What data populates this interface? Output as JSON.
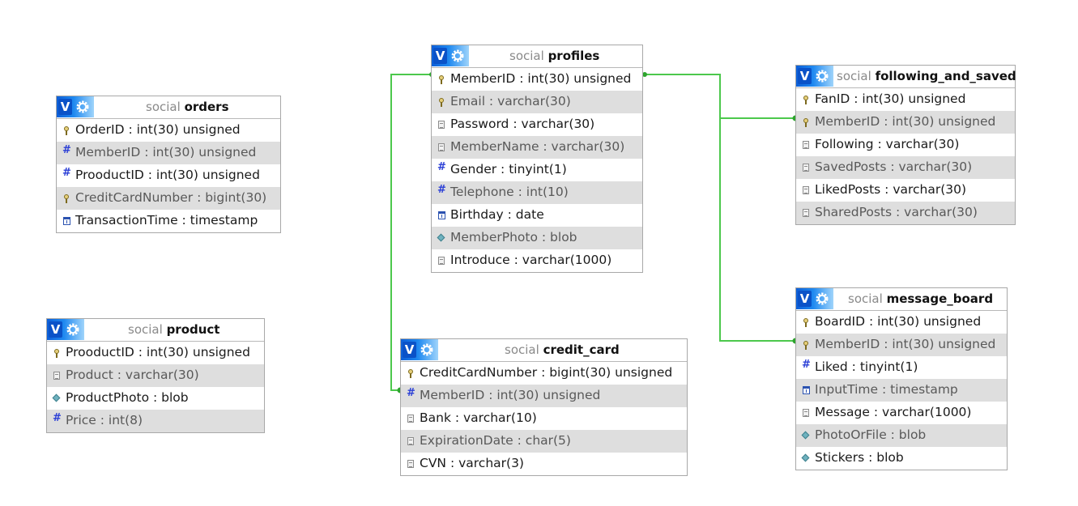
{
  "tables": {
    "orders": {
      "db": "social",
      "name": "orders",
      "rows": [
        {
          "text": "OrderID : int(30) unsigned",
          "icon": "key-icon"
        },
        {
          "text": "MemberID : int(30) unsigned",
          "icon": "number-icon"
        },
        {
          "text": "ProoductID : int(30) unsigned",
          "icon": "number-icon"
        },
        {
          "text": "CreditCardNumber : bigint(30)",
          "icon": "key-icon"
        },
        {
          "text": "TransactionTime : timestamp",
          "icon": "date-icon"
        }
      ]
    },
    "product": {
      "db": "social",
      "name": "product",
      "rows": [
        {
          "text": "ProoductID : int(30) unsigned",
          "icon": "key-icon"
        },
        {
          "text": "Product : varchar(30)",
          "icon": "text-icon"
        },
        {
          "text": "ProductPhoto : blob",
          "icon": "blob-icon"
        },
        {
          "text": "Price : int(8)",
          "icon": "number-icon"
        }
      ]
    },
    "profiles": {
      "db": "social",
      "name": "profiles",
      "rows": [
        {
          "text": "MemberID : int(30) unsigned",
          "icon": "key-icon"
        },
        {
          "text": "Email : varchar(30)",
          "icon": "key-icon"
        },
        {
          "text": "Password : varchar(30)",
          "icon": "text-icon"
        },
        {
          "text": "MemberName : varchar(30)",
          "icon": "text-icon"
        },
        {
          "text": "Gender : tinyint(1)",
          "icon": "number-icon"
        },
        {
          "text": "Telephone : int(10)",
          "icon": "number-icon"
        },
        {
          "text": "Birthday : date",
          "icon": "date-icon"
        },
        {
          "text": "MemberPhoto : blob",
          "icon": "blob-icon"
        },
        {
          "text": "Introduce : varchar(1000)",
          "icon": "text-icon"
        }
      ]
    },
    "credit_card": {
      "db": "social",
      "name": "credit_card",
      "rows": [
        {
          "text": "CreditCardNumber : bigint(30) unsigned",
          "icon": "key-icon"
        },
        {
          "text": "MemberID : int(30) unsigned",
          "icon": "number-icon"
        },
        {
          "text": "Bank : varchar(10)",
          "icon": "text-icon"
        },
        {
          "text": "ExpirationDate : char(5)",
          "icon": "text-icon"
        },
        {
          "text": "CVN : varchar(3)",
          "icon": "text-icon"
        }
      ]
    },
    "following_and_saved": {
      "db": "social",
      "name": "following_and_saved",
      "rows": [
        {
          "text": "FanID : int(30) unsigned",
          "icon": "key-icon"
        },
        {
          "text": "MemberID : int(30) unsigned",
          "icon": "key-icon"
        },
        {
          "text": "Following : varchar(30)",
          "icon": "text-icon"
        },
        {
          "text": "SavedPosts : varchar(30)",
          "icon": "text-icon"
        },
        {
          "text": "LikedPosts : varchar(30)",
          "icon": "text-icon"
        },
        {
          "text": "SharedPosts : varchar(30)",
          "icon": "text-icon"
        }
      ]
    },
    "message_board": {
      "db": "social",
      "name": "message_board",
      "rows": [
        {
          "text": "BoardID : int(30) unsigned",
          "icon": "key-icon"
        },
        {
          "text": "MemberID : int(30) unsigned",
          "icon": "key-icon"
        },
        {
          "text": "Liked : tinyint(1)",
          "icon": "number-icon"
        },
        {
          "text": "InputTime : timestamp",
          "icon": "date-icon"
        },
        {
          "text": "Message : varchar(1000)",
          "icon": "text-icon"
        },
        {
          "text": "PhotoOrFile : blob",
          "icon": "blob-icon"
        },
        {
          "text": "Stickers : blob",
          "icon": "blob-icon"
        }
      ]
    }
  },
  "header_buttons": {
    "v_label": "V",
    "gear_icon": "gear-icon"
  },
  "colors": {
    "link": "#4cc84c",
    "header_blue": "#0d5fd8",
    "row_alt": "#dedede"
  }
}
